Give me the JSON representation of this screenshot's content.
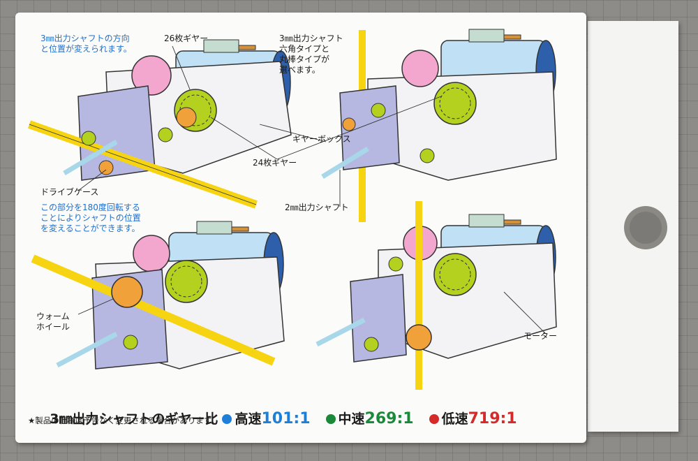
{
  "labels": {
    "tl_blue": "3㎜出力シャフトの方向\nと位置が変えられます。",
    "gear26": "26枚ギヤー",
    "tr_shaft": "3㎜出力シャフト\n六角タイプと\n丸棒タイプが\n選べます。",
    "gearbox": "ギヤーボックス",
    "gear24": "24枚ギヤー",
    "drivecase": "ドライブケース",
    "rotate_blue": "この部分を180度回転する\nことによりシャフトの位置\nを変えることができます。",
    "shaft2": "2㎜出力シャフト",
    "worm": "ウォーム\nホイール",
    "motor": "モーター"
  },
  "ratio": {
    "label": "3㎜出力シャフトのギヤー比",
    "items": [
      {
        "name": "高速",
        "value": "101:1",
        "color": "#1f7fd6"
      },
      {
        "name": "中速",
        "value": "269:1",
        "color": "#1a8a3a"
      },
      {
        "name": "低速",
        "value": "719:1",
        "color": "#d42a2a"
      }
    ]
  },
  "note": "★製品の仕様は予告なく変更される場合があります。",
  "colors": {
    "motor": "#bfe0f5",
    "motor_cap": "#2d5faa",
    "case": "#b7b8e2",
    "gear_green": "#b5d11f",
    "gear_pink": "#f3a7cf",
    "gear_orange": "#f0a13a",
    "shaft_yellow": "#f6d411",
    "shaft_blue": "#a9d7ea"
  }
}
